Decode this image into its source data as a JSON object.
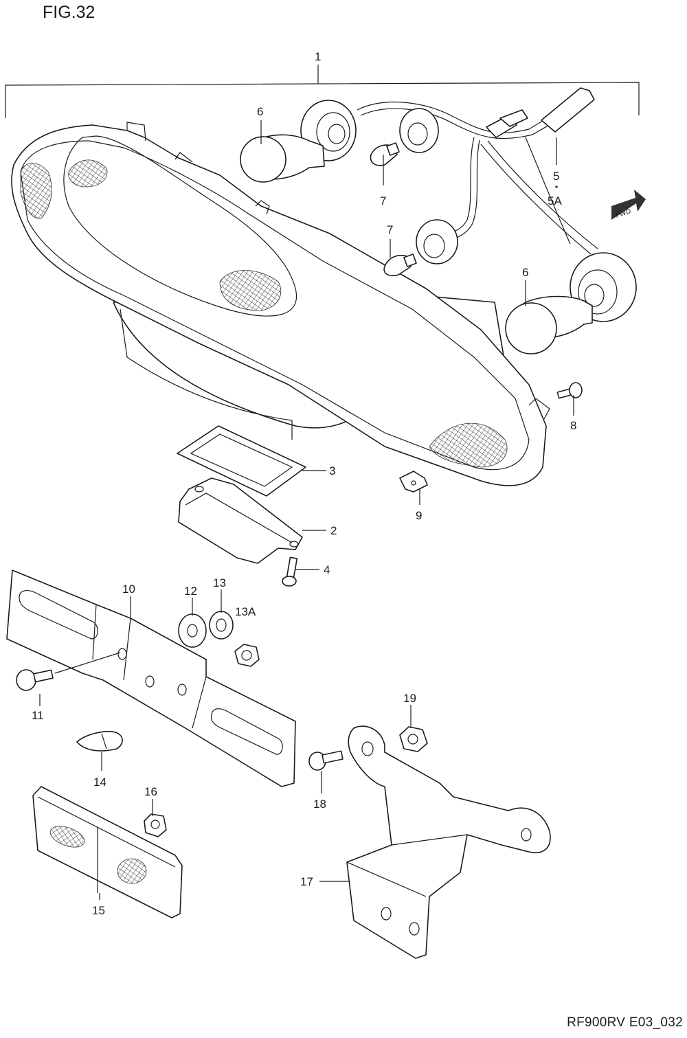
{
  "figure": {
    "title": "FIG.32",
    "code": "RF900RV E03_032"
  },
  "fwd_label": "FWD",
  "labels": {
    "p1": "1",
    "p2": "2",
    "p3": "3",
    "p4": "4",
    "p5": "5",
    "p5a": "5A",
    "p6a": "6",
    "p6b": "6",
    "p7a": "7",
    "p7b": "7",
    "p8": "8",
    "p9": "9",
    "p10": "10",
    "p11": "11",
    "p12": "12",
    "p13": "13",
    "p13a": "13A",
    "p14": "14",
    "p15": "15",
    "p16": "16",
    "p17": "17",
    "p18": "18",
    "p19": "19"
  }
}
